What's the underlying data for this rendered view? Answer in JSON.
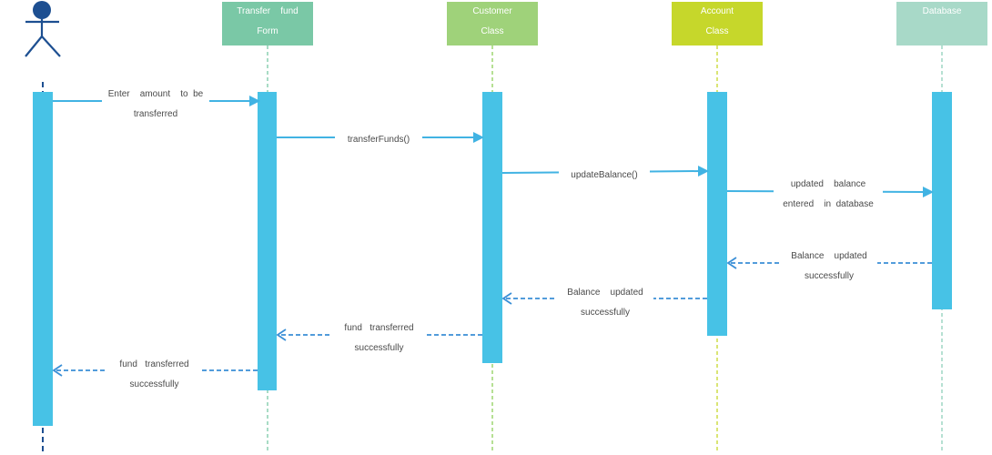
{
  "colors": {
    "activation": "#47c2e6",
    "sync_arrow": "#41b3e3",
    "return_arrow": "#3a8fd6",
    "actor": "#1d4f91"
  },
  "participants": [
    {
      "line1": "Transfer    fund",
      "line2": "Form",
      "color": "#7ac8a6",
      "lifeline_color": "#7ac8a6"
    },
    {
      "line1": "Customer",
      "line2": "Class",
      "color": "#9fd27a",
      "lifeline_color": "#8fcf5b"
    },
    {
      "line1": "Account",
      "line2": "Class",
      "color": "#c6d72b",
      "lifeline_color": "#c6d72b"
    },
    {
      "line1": "Database",
      "line2": "",
      "color": "#a8d9c8",
      "lifeline_color": "#8fd0bb"
    }
  ],
  "messages": [
    {
      "line1": "Enter    amount    to  be",
      "line2": "transferred",
      "kind": "call"
    },
    {
      "line1": "transferFunds()",
      "line2": "",
      "kind": "call"
    },
    {
      "line1": "updateBalance()",
      "line2": "",
      "kind": "call"
    },
    {
      "line1": "updated    balance",
      "line2": "entered    in  database",
      "kind": "call"
    },
    {
      "line1": "Balance    updated",
      "line2": "successfully",
      "kind": "return"
    },
    {
      "line1": "Balance    updated",
      "line2": "successfully",
      "kind": "return"
    },
    {
      "line1": "fund   transferred",
      "line2": "successfully",
      "kind": "return"
    },
    {
      "line1": "fund   transferred",
      "line2": "successfully",
      "kind": "return"
    }
  ]
}
